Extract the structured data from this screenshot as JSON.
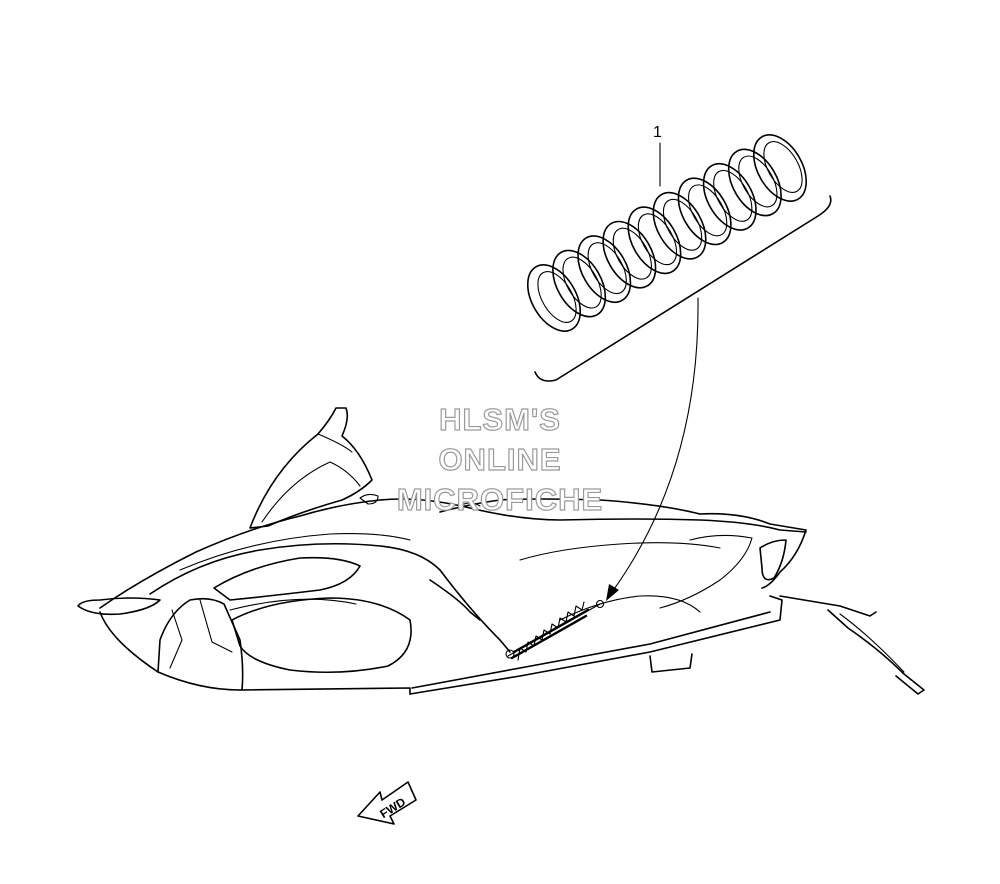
{
  "diagram": {
    "callout_number": "1",
    "direction_label": "FWD",
    "watermark_lines": [
      "HLSM'S",
      "ONLINE",
      "MICROFICHE"
    ]
  }
}
